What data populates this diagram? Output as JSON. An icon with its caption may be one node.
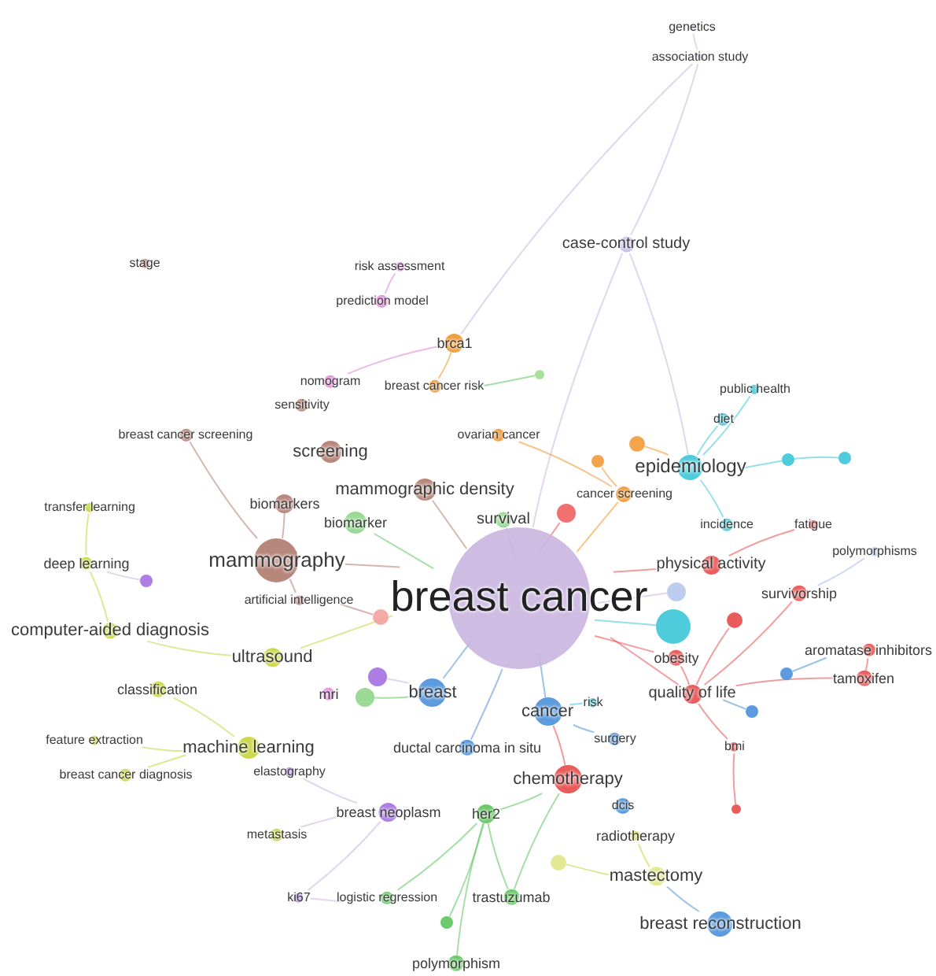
{
  "diagram": {
    "nodes": [
      {
        "text": [
          "breast cancer"
        ]
      },
      {
        "text": [
          "genetics"
        ]
      },
      {
        "text": [
          "association study"
        ]
      },
      {
        "text": [
          "case-control study"
        ]
      },
      {
        "text": [
          "stage"
        ]
      },
      {
        "text": [
          "risk assessment"
        ]
      },
      {
        "text": [
          "prediction model"
        ]
      },
      {
        "text": [
          "brca1"
        ]
      },
      {
        "text": [
          "nomogram"
        ]
      },
      {
        "text": [
          "breast cancer risk"
        ]
      },
      {
        "text": [
          "sensitivity"
        ]
      },
      {
        "text": [
          "ovarian cancer"
        ]
      },
      {
        "text": [
          "public health"
        ]
      },
      {
        "text": [
          "diet"
        ]
      },
      {
        "text": [
          "breast cancer screening"
        ]
      },
      {
        "text": [
          "screening"
        ]
      },
      {
        "text": [
          "epidemiology"
        ]
      },
      {
        "text": [
          "mammographic density"
        ]
      },
      {
        "text": [
          "cancer screening"
        ]
      },
      {
        "text": [
          "transfer learning"
        ]
      },
      {
        "text": [
          "biomarkers"
        ]
      },
      {
        "text": [
          "survival"
        ]
      },
      {
        "text": [
          "biomarker"
        ]
      },
      {
        "text": [
          "incidence"
        ]
      },
      {
        "text": [
          "fatigue"
        ]
      },
      {
        "text": [
          "polymorphisms"
        ]
      },
      {
        "text": [
          "mammography"
        ]
      },
      {
        "text": [
          "deep learning"
        ]
      },
      {
        "text": [
          "physical activity"
        ]
      },
      {
        "text": [
          "survivorship"
        ]
      },
      {
        "text": [
          "artificial intelligence"
        ]
      },
      {
        "text": [
          "computer-aided diagnosis"
        ]
      },
      {
        "text": [
          "aromatase inhibitors"
        ]
      },
      {
        "text": [
          "ultrasound"
        ]
      },
      {
        "text": [
          "obesity"
        ]
      },
      {
        "text": [
          "tamoxifen"
        ]
      },
      {
        "text": [
          "mri"
        ]
      },
      {
        "text": [
          "breast"
        ]
      },
      {
        "text": [
          "classification"
        ]
      },
      {
        "text": [
          "cancer"
        ]
      },
      {
        "text": [
          "risk"
        ]
      },
      {
        "text": [
          "quality of life"
        ]
      },
      {
        "text": [
          "surgery"
        ]
      },
      {
        "text": [
          "bmi"
        ]
      },
      {
        "text": [
          "feature extraction"
        ]
      },
      {
        "text": [
          "machine learning"
        ]
      },
      {
        "text": [
          "ductal carcinoma in situ"
        ]
      },
      {
        "text": [
          "breast cancer diagnosis"
        ]
      },
      {
        "text": [
          "elastography"
        ]
      },
      {
        "text": [
          "chemotherapy"
        ]
      },
      {
        "text": [
          "dcis"
        ]
      },
      {
        "text": [
          "breast neoplasm"
        ]
      },
      {
        "text": [
          "her2"
        ]
      },
      {
        "text": [
          "metastasis"
        ]
      },
      {
        "text": [
          "radiotherapy"
        ]
      },
      {
        "text": [
          "mastectomy"
        ]
      },
      {
        "text": [
          "ki67"
        ]
      },
      {
        "text": [
          "logistic regression"
        ]
      },
      {
        "text": [
          "trastuzumab"
        ]
      },
      {
        "text": [],
        "shape": "circle"
      },
      {
        "text": [
          "breast reconstruction"
        ]
      },
      {
        "text": [
          "polymorphism"
        ]
      },
      {
        "text": [],
        "shape": "circle"
      },
      {
        "text": [],
        "shape": "circle"
      },
      {
        "text": [],
        "shape": "circle"
      },
      {
        "text": [],
        "shape": "circle"
      },
      {
        "text": [],
        "shape": "circle"
      },
      {
        "text": [],
        "shape": "circle"
      },
      {
        "text": [],
        "shape": "circle"
      },
      {
        "text": [],
        "shape": "circle"
      },
      {
        "text": [],
        "shape": "circle"
      },
      {
        "text": [],
        "shape": "circle"
      },
      {
        "text": [],
        "shape": "circle"
      },
      {
        "text": [],
        "shape": "circle"
      },
      {
        "text": [],
        "shape": "circle"
      },
      {
        "text": [],
        "shape": "circle"
      },
      {
        "text": [],
        "shape": "circle"
      },
      {
        "text": [],
        "shape": "circle"
      },
      {
        "text": [],
        "shape": "circle"
      }
    ],
    "edges": [
      {
        "from": 0,
        "to": 3,
        "arrow": "none",
        "color": "#c9b5e0"
      },
      {
        "from": 3,
        "to": 2,
        "arrow": "none",
        "color": "#c9b5e0"
      },
      {
        "from": 2,
        "to": 1,
        "arrow": "none",
        "color": "#c9b5e0"
      },
      {
        "from": 2,
        "to": 7,
        "arrow": "none",
        "color": "#c9b5e0"
      },
      {
        "from": 3,
        "to": 16,
        "arrow": "none",
        "color": "#c9b5e0"
      },
      {
        "from": 0,
        "to": 21,
        "arrow": "none",
        "color": "#5cc45c"
      },
      {
        "from": 0,
        "to": 17,
        "arrow": "none",
        "color": "#b07a6e"
      },
      {
        "from": 0,
        "to": 18,
        "arrow": "none",
        "color": "#f0952a"
      },
      {
        "from": 0,
        "to": 22,
        "arrow": "none",
        "color": "#5cc45c"
      },
      {
        "from": 0,
        "to": 26,
        "arrow": "none",
        "color": "#b07a6e"
      },
      {
        "from": 0,
        "to": 28,
        "arrow": "none",
        "color": "#e84a4a"
      },
      {
        "from": 0,
        "to": 34,
        "arrow": "none",
        "color": "#e84a4a"
      },
      {
        "from": 0,
        "to": 41,
        "arrow": "none",
        "color": "#e84a4a"
      },
      {
        "from": 0,
        "to": 37,
        "arrow": "none",
        "color": "#4a90d9"
      },
      {
        "from": 0,
        "to": 39,
        "arrow": "none",
        "color": "#4a90d9"
      },
      {
        "from": 0,
        "to": 33,
        "arrow": "none",
        "color": "#c6d43a"
      },
      {
        "from": 0,
        "to": 46,
        "arrow": "none",
        "color": "#4a90d9"
      },
      {
        "from": 0,
        "to": 70,
        "arrow": "none",
        "color": "#c9b5e0"
      },
      {
        "from": 0,
        "to": 67,
        "arrow": "none",
        "color": "#e84a4a"
      },
      {
        "from": 5,
        "to": 6,
        "arrow": "none",
        "color": "#e080d8"
      },
      {
        "from": 8,
        "to": 7,
        "arrow": "none",
        "color": "#e080d8"
      },
      {
        "from": 14,
        "to": 26,
        "arrow": "none",
        "color": "#b07a6e"
      },
      {
        "from": 20,
        "to": 26,
        "arrow": "none",
        "color": "#b07a6e"
      },
      {
        "from": 30,
        "to": 26,
        "arrow": "none",
        "color": "#b07a6e"
      },
      {
        "from": 27,
        "to": 31,
        "arrow": "none",
        "color": "#c6d43a"
      },
      {
        "from": 19,
        "to": 27,
        "arrow": "none",
        "color": "#c6d43a"
      },
      {
        "from": 38,
        "to": 45,
        "arrow": "none",
        "color": "#c6d43a"
      },
      {
        "from": 44,
        "to": 45,
        "arrow": "none",
        "color": "#c6d43a"
      },
      {
        "from": 47,
        "to": 45,
        "arrow": "none",
        "color": "#c6d43a"
      },
      {
        "from": 31,
        "to": 33,
        "arrow": "none",
        "color": "#c6d43a"
      },
      {
        "from": 7,
        "to": 9,
        "arrow": "none",
        "color": "#f0952a"
      },
      {
        "from": 18,
        "to": 11,
        "arrow": "none",
        "color": "#f0952a"
      },
      {
        "from": 16,
        "to": 13,
        "arrow": "none",
        "color": "#3cc6d8"
      },
      {
        "from": 16,
        "to": 12,
        "arrow": "none",
        "color": "#3cc6d8"
      },
      {
        "from": 16,
        "to": 23,
        "arrow": "none",
        "color": "#3cc6d8"
      },
      {
        "from": 16,
        "to": 65,
        "arrow": "none",
        "color": "#3cc6d8"
      },
      {
        "from": 65,
        "to": 66,
        "arrow": "none",
        "color": "#3cc6d8"
      },
      {
        "from": 41,
        "to": 29,
        "arrow": "none",
        "color": "#e84a4a"
      },
      {
        "from": 41,
        "to": 35,
        "arrow": "none",
        "color": "#e84a4a"
      },
      {
        "from": 41,
        "to": 34,
        "arrow": "none",
        "color": "#e84a4a"
      },
      {
        "from": 28,
        "to": 24,
        "arrow": "none",
        "color": "#e84a4a"
      },
      {
        "from": 29,
        "to": 25,
        "arrow": "none",
        "color": "#9fb8ee"
      },
      {
        "from": 32,
        "to": 35,
        "arrow": "none",
        "color": "#e84a4a"
      },
      {
        "from": 49,
        "to": 58,
        "arrow": "none",
        "color": "#5cc45c"
      },
      {
        "from": 49,
        "to": 52,
        "arrow": "none",
        "color": "#5cc45c"
      },
      {
        "from": 49,
        "to": 39,
        "arrow": "none",
        "color": "#e84a4a"
      },
      {
        "from": 60,
        "to": 55,
        "arrow": "none",
        "color": "#4a90d9"
      },
      {
        "from": 39,
        "to": 42,
        "arrow": "none",
        "color": "#4a90d9"
      },
      {
        "from": 52,
        "to": 57,
        "arrow": "none",
        "color": "#5cc45c"
      },
      {
        "from": 52,
        "to": 61,
        "arrow": "none",
        "color": "#5cc45c"
      },
      {
        "from": 52,
        "to": 59,
        "arrow": "none",
        "color": "#5cc45c"
      },
      {
        "from": 52,
        "to": 58,
        "arrow": "none",
        "color": "#5cc45c"
      },
      {
        "from": 51,
        "to": 56,
        "arrow": "none",
        "color": "#c9b5e0"
      },
      {
        "from": 51,
        "to": 53,
        "arrow": "none",
        "color": "#c9b5e0"
      },
      {
        "from": 51,
        "to": 48,
        "arrow": "none",
        "color": "#c9b5e0"
      },
      {
        "from": 37,
        "to": 74,
        "arrow": "none",
        "color": "#c9b5e0"
      },
      {
        "from": 37,
        "to": 75,
        "arrow": "none",
        "color": "#5cc45c"
      },
      {
        "from": 63,
        "to": 18,
        "arrow": "none",
        "color": "#f0952a"
      },
      {
        "from": 64,
        "to": 16,
        "arrow": "none",
        "color": "#f0952a"
      },
      {
        "from": 68,
        "to": 30,
        "arrow": "none",
        "color": "#b07a6e"
      },
      {
        "from": 69,
        "to": 27,
        "arrow": "none",
        "color": "#c9b5e0"
      },
      {
        "from": 72,
        "to": 41,
        "arrow": "none",
        "color": "#e84a4a"
      },
      {
        "from": 73,
        "to": 32,
        "arrow": "none",
        "color": "#4a90d9"
      },
      {
        "from": 76,
        "to": 41,
        "arrow": "none",
        "color": "#4a90d9"
      },
      {
        "from": 77,
        "to": 43,
        "arrow": "none",
        "color": "#e84a4a"
      },
      {
        "from": 78,
        "to": 55,
        "arrow": "none",
        "color": "#c6d43a"
      },
      {
        "from": 62,
        "to": 9,
        "arrow": "none",
        "color": "#5cc45c"
      },
      {
        "from": 40,
        "to": 39,
        "arrow": "none",
        "color": "#3cc6d8"
      },
      {
        "from": 43,
        "to": 41,
        "arrow": "none",
        "color": "#e84a4a"
      },
      {
        "from": 54,
        "to": 55,
        "arrow": "none",
        "color": "#c6d43a"
      },
      {
        "from": 57,
        "to": 56,
        "arrow": "none",
        "color": "#c9b5e0"
      },
      {
        "from": 0,
        "to": 71,
        "arrow": "none",
        "color": "#3cc6d8"
      }
    ]
  }
}
